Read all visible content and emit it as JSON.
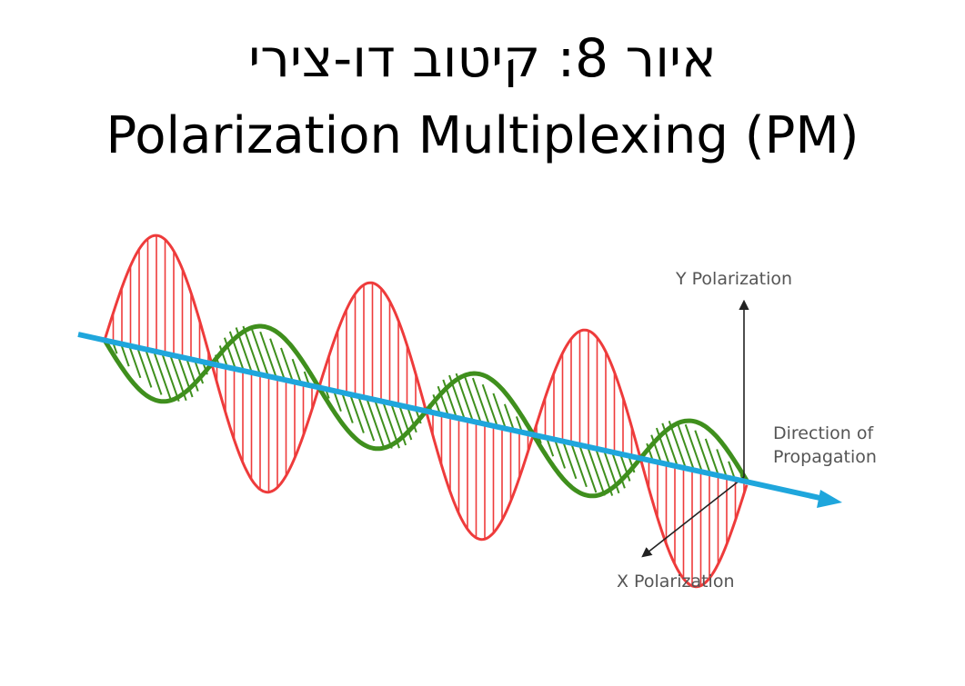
{
  "title": {
    "hebrew": "איור 8: קיטוב דו-צירי",
    "english": "Polarization Multiplexing (PM)"
  },
  "diagram": {
    "labels": {
      "y_axis": "Y Polarization",
      "direction_line1": "Direction of",
      "direction_line2": "Propagation",
      "x_axis": "X Polarization"
    },
    "waves": {
      "y_wave": {
        "color": "#ee3b3b",
        "cycles": 3,
        "relative_amplitude": 1.0
      },
      "x_wave": {
        "color": "#3f8f1d",
        "cycles": 3,
        "relative_amplitude": 0.42
      }
    },
    "colors": {
      "propagation_arrow": "#1fa6dc",
      "axes": "#222222",
      "labels": "#555555"
    }
  }
}
